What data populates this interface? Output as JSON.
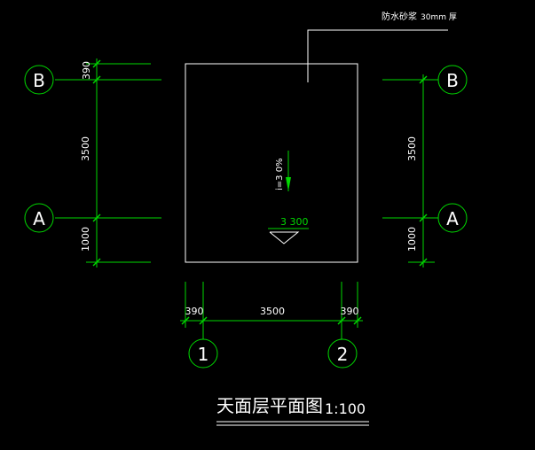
{
  "drawing": {
    "title": "天面层平面图",
    "scale": "1:100",
    "note_label": "防水砂浆",
    "note_value": "30mm 厚",
    "slope_label": "i=3 0%",
    "elevation": "3 300"
  },
  "axes": {
    "row_b": "B",
    "row_a": "A",
    "col_1": "1",
    "col_2": "2"
  },
  "dimensions": {
    "left_top": "390",
    "left_mid": "3500",
    "left_bottom": "1000",
    "right_mid": "3500",
    "right_bottom": "1000",
    "bottom_left": "390",
    "bottom_mid": "3500",
    "bottom_right": "390"
  },
  "colors": {
    "background": "#000000",
    "linework": "#ffffff",
    "dimension": "#00d800"
  }
}
